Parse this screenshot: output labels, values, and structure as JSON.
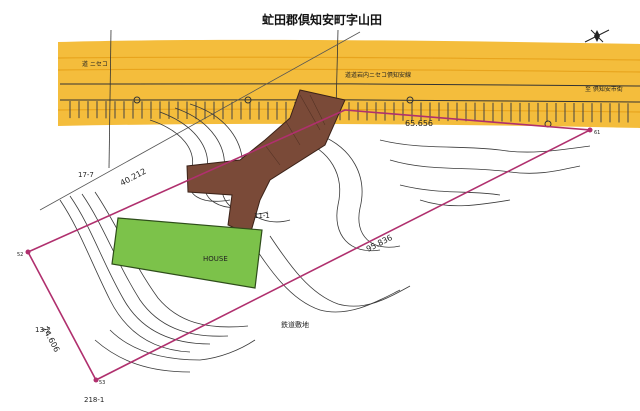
{
  "title": "虻田郡倶知安町字山田",
  "road_label_left": "道 ニセコ",
  "road_label_mid": "道道岩内ニセコ倶知安線",
  "road_label_right": "至 倶知安市街",
  "house_label": "HOUSE",
  "railway_label": "鉄道敷地",
  "dimensions": {
    "north_edge": "40.212",
    "east_edge_top": "65.656",
    "southeast_edge": "95.836",
    "west_edge": "24.606"
  },
  "lot_numbers": {
    "parcel_upper_left": "17-7",
    "parcel_lower_left": "13-2",
    "parcel_bottom": "218-1",
    "parcel_center": "11-1"
  },
  "corner_markers": {
    "top": "61",
    "left": "52",
    "bottom": "53"
  },
  "colors": {
    "road_band": "#f2b21a",
    "house_area": "#7cc24a",
    "driveway": "#7a4a38",
    "boundary": "#b0306e",
    "contour": "#3a3a3a"
  },
  "icons": {
    "compass": "compass-rose-icon"
  }
}
